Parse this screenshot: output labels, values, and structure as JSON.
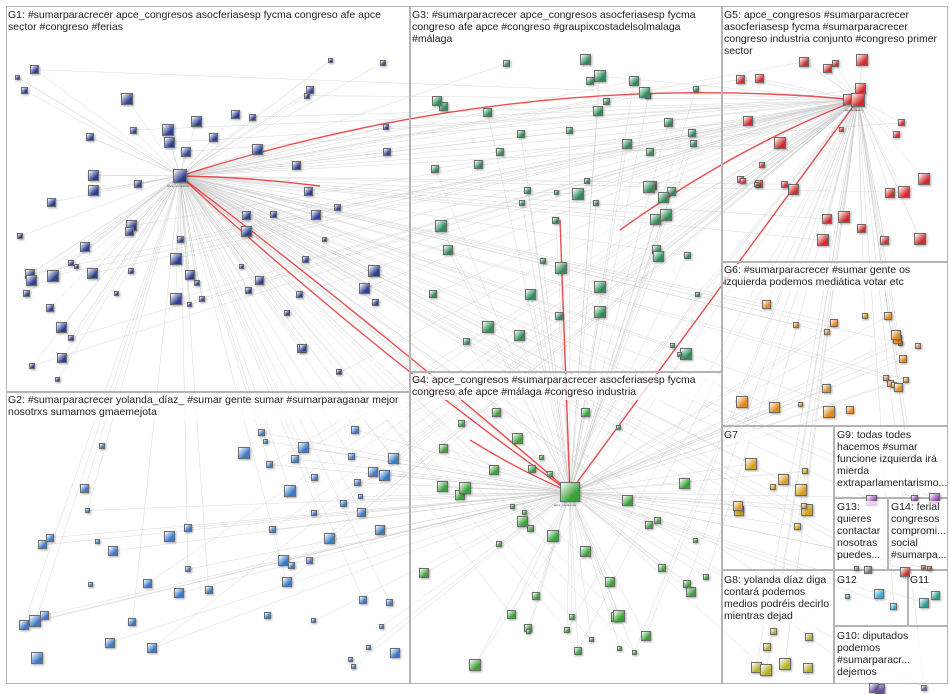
{
  "groups": [
    {
      "id": "G1",
      "label": "G1: #sumarparacrecer apce_congresos asocferiasesp fycma congreso afe apce sector #congreso #ferias"
    },
    {
      "id": "G3",
      "label": "G3: #sumarparacrecer apce_congresos asocferiasesp fycma congreso afe apce #congreso #graupixcostadelsolmalaga #málaga"
    },
    {
      "id": "G5",
      "label": "G5: apce_congresos #sumarparacrecer asocferiasesp fycma #sumarparacrecer congreso industria conjunto #congreso primer sector"
    },
    {
      "id": "G2",
      "label": "G2: #sumarparacrecer yolanda_díaz_ #sumar gente sumar #sumarparaganar mejor nosotrxs sumamos gmaemejota"
    },
    {
      "id": "G4",
      "label": "G4: apce_congresos #sumarparacrecer asocferiasesp fycma congreso afe apce #málaga #congreso industria"
    },
    {
      "id": "G6",
      "label": "G6: #sumarparacrecer #sumar gente os izquierda podemos mediática votar etc"
    },
    {
      "id": "G7",
      "label": "G7"
    },
    {
      "id": "G9",
      "label": "G9: todas todes hacemos #sumar funcione izquierda irá mierda extraparlamentarismo..."
    },
    {
      "id": "G13",
      "label": "G13: quieres contactar nosotras puedes..."
    },
    {
      "id": "G14",
      "label": "G14: ferial congresos compromi... social #sumarpa..."
    },
    {
      "id": "G8",
      "label": "G8: yolanda díaz diga contará podemos medios podréis decirlo mientras dejad"
    },
    {
      "id": "G12",
      "label": "G12"
    },
    {
      "id": "G11",
      "label": "G11"
    },
    {
      "id": "G10",
      "label": "G10: diputados podemos #sumarparacr... dejemos"
    }
  ],
  "colors": {
    "edge": "#c9c9c9",
    "hot_edge": "#e83030",
    "border": "#b4b4b4",
    "G1": "#2c3e8f",
    "G2": "#3a78c8",
    "G3": "#2e8b57",
    "G4": "#3aa03a",
    "G5": "#d12c2c",
    "G6": "#e08a1a",
    "G7": "#d4a017",
    "G8": "#b6b02a",
    "G9": "#8e44ad",
    "G10": "#6a4ca5",
    "G11": "#2a9d8f",
    "G12": "#3fa7d6",
    "G13": "#7a7a7a",
    "G14": "#c0392b"
  },
  "hubs": {
    "G1": "apce_congresos",
    "G4": "apce_congresos",
    "G5": "asocferiasesp"
  }
}
